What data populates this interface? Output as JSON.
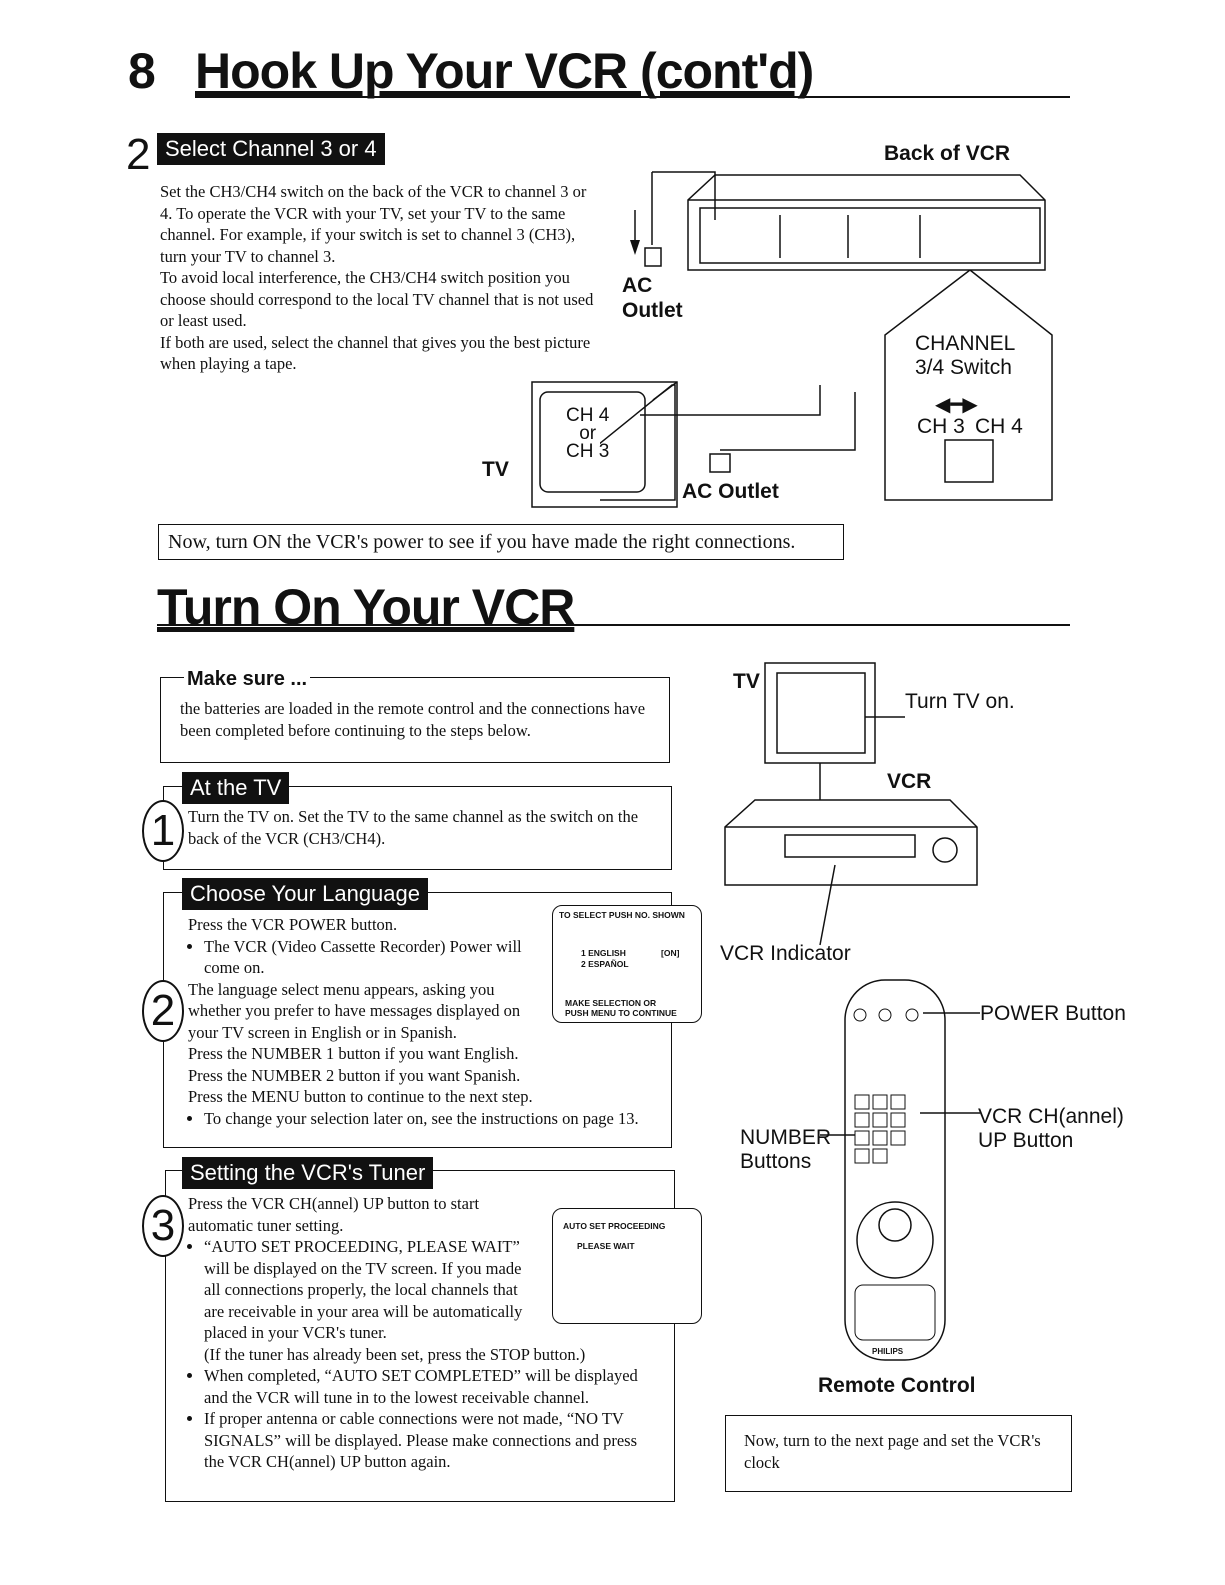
{
  "header": {
    "page_number": "8",
    "title": "Hook Up Your VCR (cont'd)"
  },
  "step2_top": {
    "number": "2",
    "tag": "Select Channel 3 or 4",
    "paragraphs": [
      "Set the CH3/CH4 switch on the back of the VCR to channel 3 or 4. To operate the VCR with your TV, set your TV to the same channel. For example, if your switch is set to channel 3 (CH3), turn your TV to channel 3.",
      "To avoid local interference, the CH3/CH4 switch position you choose should correspond to the local TV channel that is not used or least used.",
      "If both are used, select the channel that gives you the best picture when playing a tape."
    ]
  },
  "diagram_top": {
    "back_of_vcr": "Back of VCR",
    "ac_outlet_1": "AC",
    "ac_outlet_1b": "Outlet",
    "channel_switch": "CHANNEL",
    "channel_switch_b": "3/4 Switch",
    "ch3": "CH 3",
    "ch4": "CH 4",
    "tv_label": "TV",
    "tv_ch4": "CH 4",
    "tv_or": "or",
    "tv_ch3": "CH 3",
    "ac_outlet_2": "AC Outlet"
  },
  "notice": "Now, turn ON the VCR's power to see if you have made the right connections.",
  "section2": {
    "title": "Turn On Your VCR"
  },
  "make_sure": {
    "title": "Make sure ...",
    "text": "the batteries are loaded in the remote control and the connections have been completed before continuing to the steps below."
  },
  "at_tv": {
    "number": "1",
    "tag": "At the TV",
    "text": "Turn the TV on. Set the TV to the same channel as the switch on the back of the VCR (CH3/CH4)."
  },
  "language": {
    "number": "2",
    "tag": "Choose Your Language",
    "line1": "Press the VCR POWER button.",
    "bullet1": "The VCR (Video Cassette Recorder) Power will come on.",
    "para2": "The language select menu appears, asking you whether you prefer to have messages displayed on your TV screen in English or in Spanish.",
    "line3": "Press the NUMBER 1 button if you want English.",
    "line4": "Press the NUMBER 2 button if you want Spanish.",
    "line5": "Press the MENU button to continue to the next step.",
    "bullet2": "To change your selection later on, see the instructions on page 13.",
    "screen": {
      "header": "TO SELECT PUSH NO. SHOWN",
      "opt1": "1  ENGLISH",
      "opt1_state": "[ON]",
      "opt2": "2  ESPAÑOL",
      "footer1": "MAKE SELECTION OR",
      "footer2": "PUSH MENU TO CONTINUE"
    }
  },
  "tuner": {
    "number": "3",
    "tag": "Setting the VCR's Tuner",
    "para1": "Press the VCR CH(annel) UP button to start automatic tuner setting.",
    "bullet1": "“AUTO SET PROCEEDING, PLEASE WAIT” will be displayed on the TV screen. If you made all connections properly, the local channels that are receivable in your area will be automatically placed in your VCR's tuner.",
    "paren": "(If the tuner has already been set, press the STOP button.)",
    "bullet2": "When completed, “AUTO SET COMPLETED” will be displayed and the VCR will tune in to the lowest receivable channel.",
    "bullet3": "If proper antenna or cable connections were not made, “NO TV SIGNALS” will be displayed. Please make connections and press the VCR CH(annel) UP button again.",
    "screen": {
      "line1": "AUTO SET PROCEEDING",
      "line2": "PLEASE WAIT"
    }
  },
  "diagram_right": {
    "tv": "TV",
    "turn_tv_on": "Turn TV on.",
    "vcr": "VCR",
    "vcr_indicator": "VCR Indicator",
    "power_button": "POWER Button",
    "ch_up_1": "VCR CH(annel)",
    "ch_up_2": "UP Button",
    "number_1": "NUMBER",
    "number_2": "Buttons",
    "remote_control": "Remote Control",
    "brand": "PHILIPS"
  },
  "next_page": "Now, turn to the next page and set the VCR's clock"
}
